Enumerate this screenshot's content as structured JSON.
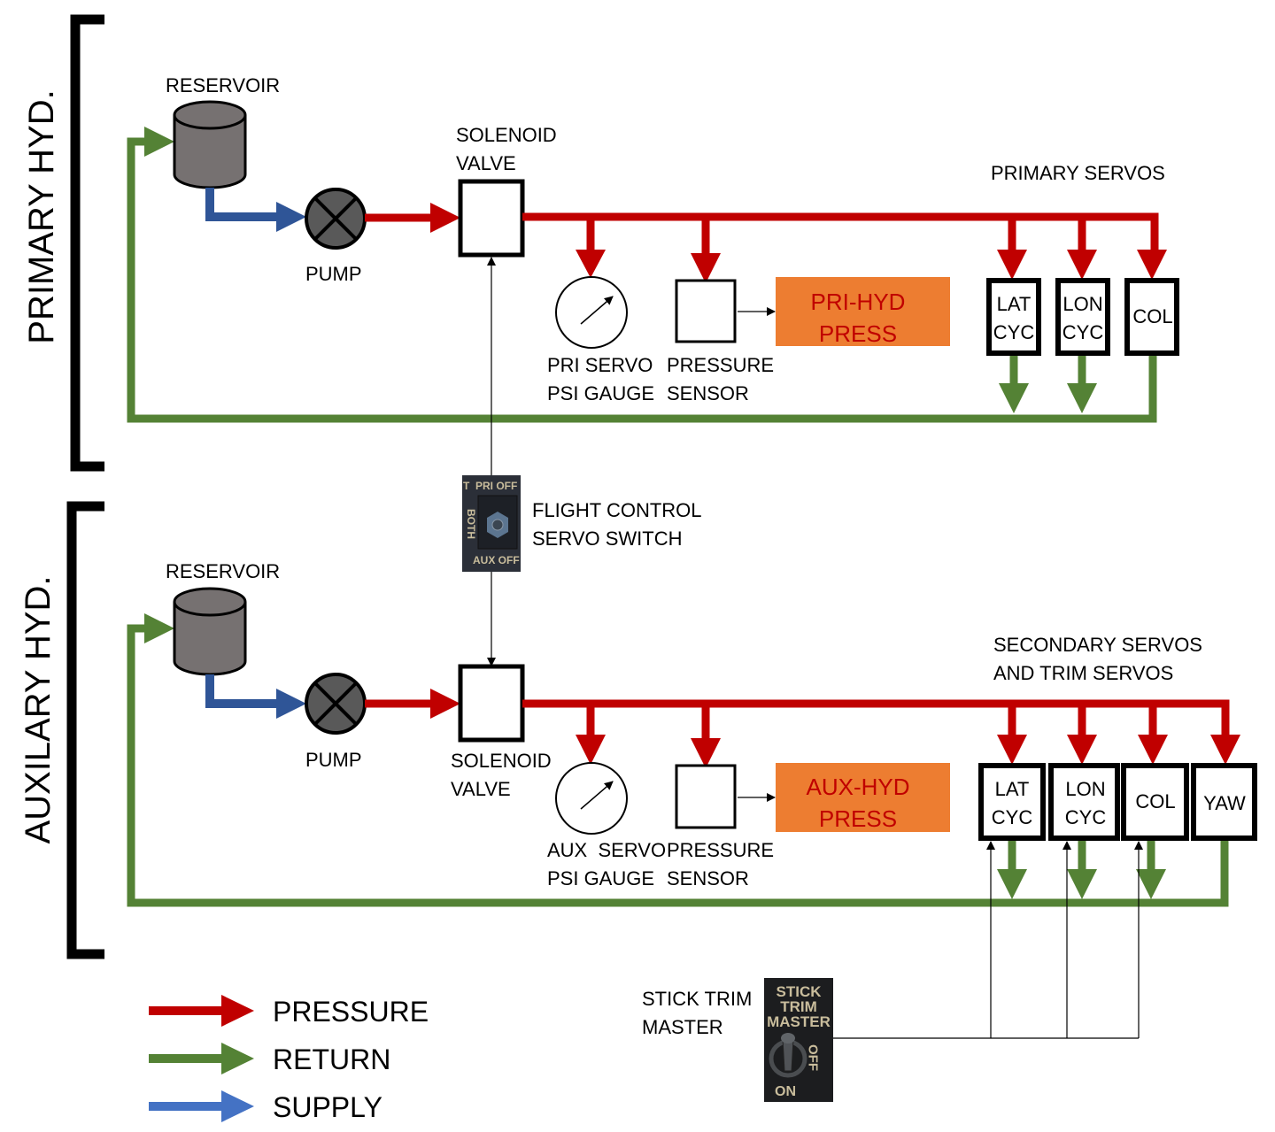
{
  "colors": {
    "pressure": "#c00000",
    "return": "#548235",
    "supply": "#2f5597",
    "supply_legend": "#4472c4",
    "warning_light": "#ed7d31",
    "reservoir": "#767171",
    "pump": "#595959"
  },
  "primary": {
    "section_title": "PRIMARY HYD.",
    "reservoir": "RESERVOIR",
    "pump": "PUMP",
    "solenoid": [
      "SOLENOID",
      "VALVE"
    ],
    "servos_title": "PRIMARY SERVOS",
    "gauge": [
      "PRI SERVO",
      "PSI GAUGE"
    ],
    "sensor": [
      "PRESSURE",
      "SENSOR"
    ],
    "warning": [
      "PRI-HYD",
      "PRESS"
    ],
    "servos": [
      [
        "LAT",
        "CYC"
      ],
      [
        "LON",
        "CYC"
      ],
      [
        "COL",
        ""
      ]
    ]
  },
  "auxiliary": {
    "section_title": "AUXILARY HYD.",
    "reservoir": "RESERVOIR",
    "pump": "PUMP",
    "solenoid": [
      "SOLENOID",
      "VALVE"
    ],
    "servos_title": [
      "SECONDARY SERVOS",
      "AND TRIM SERVOS"
    ],
    "gauge": [
      "AUX  SERVO",
      "PSI GAUGE"
    ],
    "sensor": [
      "PRESSURE",
      "SENSOR"
    ],
    "warning": [
      "AUX-HYD",
      "PRESS"
    ],
    "servos": [
      [
        "LAT",
        "CYC"
      ],
      [
        "LON",
        "CYC"
      ],
      [
        "COL",
        ""
      ],
      [
        "YAW",
        ""
      ]
    ]
  },
  "servo_switch": {
    "label": [
      "FLIGHT CONTROL",
      "SERVO SWITCH"
    ],
    "panel": {
      "top": "PRI OFF",
      "left": "BOTH",
      "bottom": "AUX OFF",
      "edge": "T"
    }
  },
  "stick_trim": {
    "label": [
      "STICK TRIM",
      "MASTER"
    ],
    "panel": {
      "title": [
        "STICK",
        "TRIM",
        "MASTER"
      ],
      "off": "OFF",
      "on": "ON"
    }
  },
  "legend": [
    {
      "label": "PRESSURE",
      "color": "#c00000"
    },
    {
      "label": "RETURN",
      "color": "#548235"
    },
    {
      "label": "SUPPLY",
      "color": "#4472c4"
    }
  ]
}
